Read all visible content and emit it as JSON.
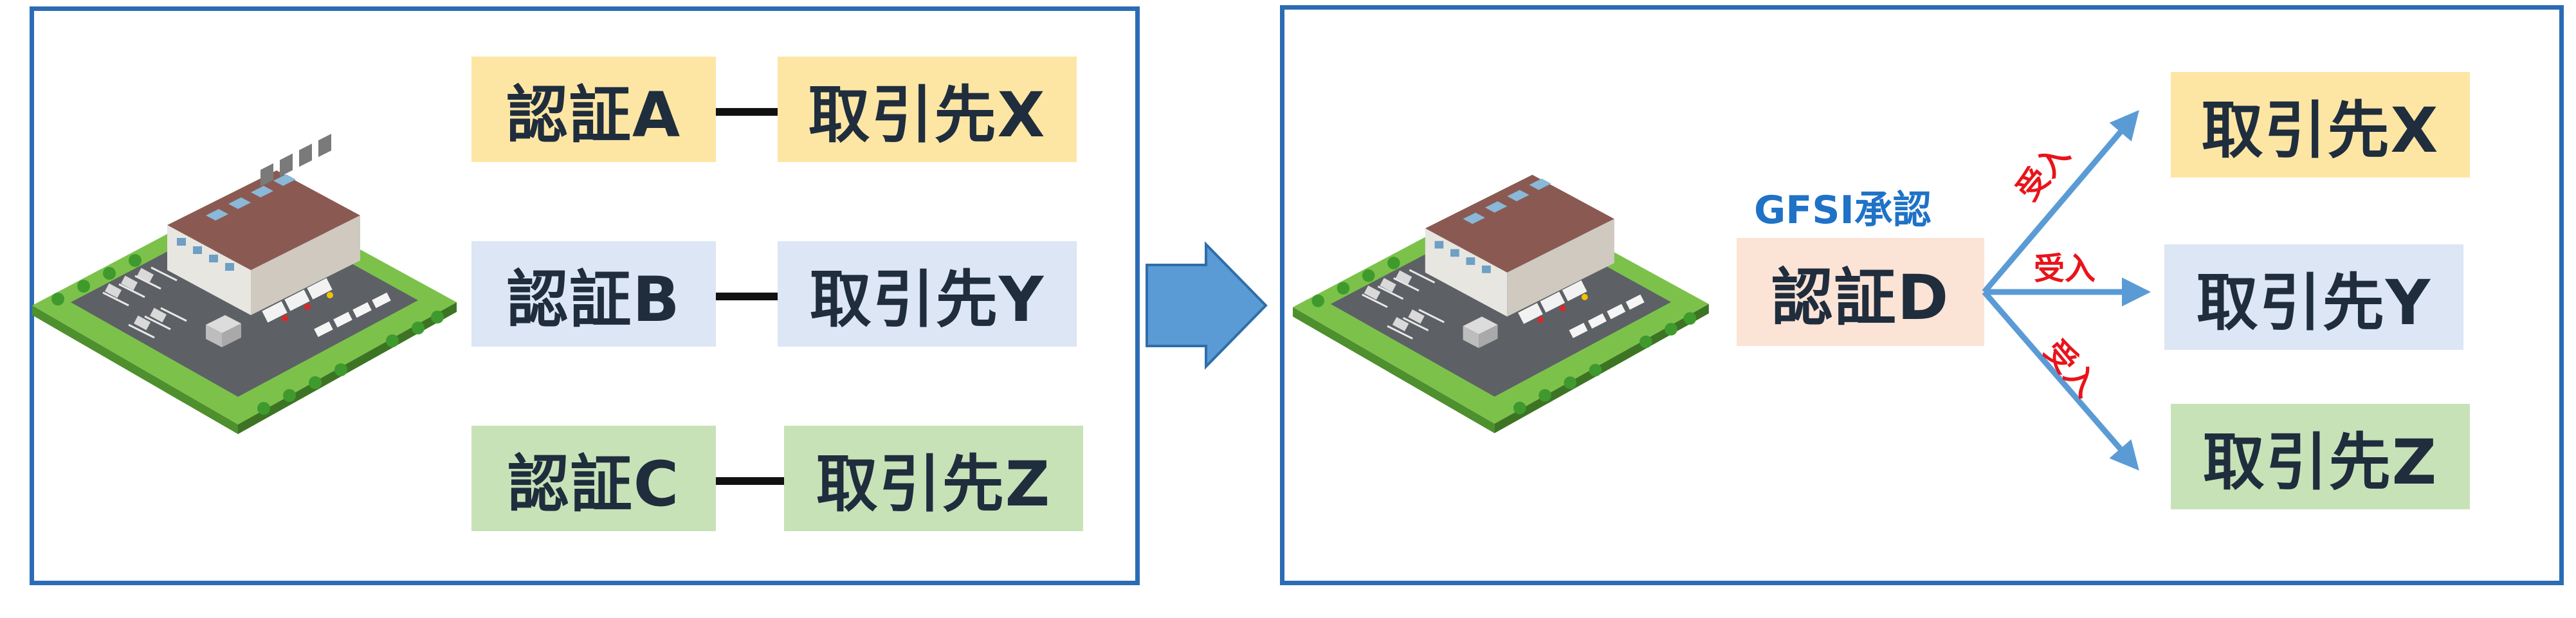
{
  "left_panel": {
    "rows": [
      {
        "cert": "認証A",
        "partner": "取引先X",
        "color": "#fde6a4"
      },
      {
        "cert": "認証B",
        "partner": "取引先Y",
        "color": "#dce6f4"
      },
      {
        "cert": "認証C",
        "partner": "取引先Z",
        "color": "#c8e2b8"
      }
    ]
  },
  "right_panel": {
    "gfsi_label": "GFSI承認",
    "cert": "認証D",
    "accept_label": "受入",
    "partners": [
      "取引先X",
      "取引先Y",
      "取引先Z"
    ]
  },
  "colors": {
    "frame": "#2b6cb5",
    "arrow": "#5b9bd5",
    "accept_text": "#e8141a",
    "gfsi_text": "#1f72c6"
  },
  "icons": {
    "factory": "factory-warehouse-illustration",
    "transition": "right-arrow-icon"
  }
}
